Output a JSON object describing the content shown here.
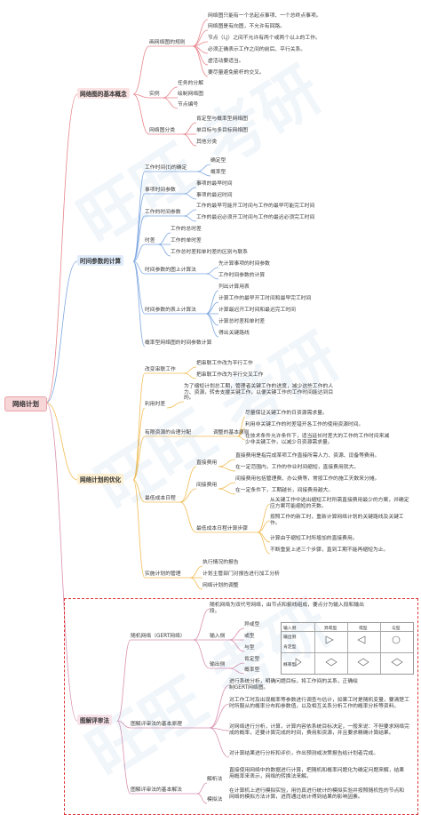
{
  "root": {
    "label": "网络计划"
  },
  "branches": {
    "b1": "网络图的基本概念",
    "b2": "时间参数的计算",
    "b3": "网络计划的优化",
    "b4": "图解评审法"
  },
  "b1": {
    "rules": "画网络图的规则",
    "rule_items": [
      "网络图只能有一个总起点事项、一个总终点事项。",
      "网络图是有向图，不允许有回路。",
      "节点（i,j）之间不允许有两个或两个以上的工作。",
      "必须正确表示工作之间的前后、平行关系。",
      "虚活动要适当。",
      "要尽量避免箭杆的交叉。"
    ],
    "example": "实例",
    "example_items": [
      "任务的分解",
      "绘制网络图",
      "节点编号"
    ],
    "class": "网络图分类",
    "class_items": [
      "肯定型与概率型网络图",
      "单目标与多目标网络图",
      "其他分类"
    ]
  },
  "b2": {
    "est": "工作时间(t)的确定",
    "est_items": [
      "确定型",
      "概率型"
    ],
    "event": "事项时间参数",
    "event_items": [
      "事项的最早时间",
      "事项的最迟时间"
    ],
    "work": "工作的时间参数",
    "work_items": [
      "工作的最早可能开工时间与工作的最早可能完工时间",
      "工作的最迟必须开工时间与工作的最迟必须完工时间"
    ],
    "slack": "时差",
    "slack_items": [
      "工作的总时差",
      "工作的单时差",
      "工作总时差和单时差的区别与联系"
    ],
    "graph": "时间参数的图上计算法",
    "graph_items": [
      "先计算事项的时间参数",
      "工作时间参数的计算"
    ],
    "table": "时间参数的表上计算法",
    "table_items": [
      "列出计算用表",
      "计算工作的最早开工时间和最早完工时间",
      "计算最迟开工时间和最迟完工时间",
      "计算总时差和单时差",
      "得出关键路线"
    ],
    "prob": "概率型网络图的时间参数计算"
  },
  "b3": {
    "serial": "改变串联工作",
    "serial_items": [
      "把串联工作改为平行工作",
      "把串联工作改为平行交叉工作"
    ],
    "float": "利用时差",
    "float_text": "为了缩短计划总工期，管理者关键工作的进度，减少这些工作的人力、资源，转去支援关键工作，以便关键工作的工作时间能达到目的。",
    "resource": "有限资源的合理分配",
    "res_rule": "调整的基本原则",
    "res_items": [
      "尽量保证关键工作的日资源需求量。",
      "利用非关键工作的时差错开各工作的使用资源时间。",
      "在技术条件允许条件下，适当延长时差大的工作的工作时间来减少非关键工作，以减少日资源需求量。"
    ],
    "cost": "最低成本日程",
    "direct": "直接费用",
    "direct_items": [
      "直接费用是指完成某项工作直接所需人力、资源、设备等费用。",
      "在一定范围内，工作的作业时间缩短，直接费用就大。"
    ],
    "indirect": "间接费用",
    "indirect_items": [
      "间接费用包括管理费、办公费等，常按工作的施工天数来分摊。",
      "在一定条件下，工期越长，间接费用越大。"
    ],
    "lowest": "最低成本日程计算步骤",
    "lowest_items": [
      "从关键工作中选出缩短工时所需直接费用最少的方案，并确定应方案可能缩短的天数。",
      "按照工作的新工时，重新计算网络计划的关键路线及关键工作。",
      "计算由于缩短工时所增加的直接费用。",
      "不断重复上述三个步骤，直到工期不能再缩短为止。"
    ],
    "manage": "实施计划的管理",
    "manage_items": [
      "执行情况的报告",
      "计划主管部门对报告进行加工分析",
      "网络计划的调整"
    ]
  },
  "b4": {
    "gert": "随机网络（GERT网络）",
    "gert_desc": "随机网络为双代号网络，由节点和箭线组成，要点分为输入段和输出段。",
    "input": "输入侧",
    "input_items": [
      "异或型",
      "或型",
      "与型"
    ],
    "output": "输出侧",
    "output_items": [
      "肯定型",
      "概率型"
    ],
    "basic": "图解评审法的基本原理",
    "basic_items": [
      "进行系统分析，明确问题目标，将工作间的关系，正确绘制GERT网络图。",
      "对工作工时及出现概率等参数进行调查与估计，如果工时是随机变量，要清楚工时所服从的概率分布和参数值，以及相互关系分析工作的概率分析等资料。",
      "对网络进行分析，计算，计算内容依系统目标决定，一般来说：不但要求网络完成的概率，还要计算完成的时间，费用和资源，并且要求精确计算结果。",
      "对计算结果进行分析和评价，作出预测或决策报告给计划者完成。"
    ],
    "method": "图解评审法的基本解法",
    "analytic": "解析法",
    "analytic_text": "直接使用网络中的数据进行计算，把随机和概率问题化为确定问题来解，结果用概率来表示，网络的转换法来解。",
    "sim": "模拟法",
    "sim_text": "在计算机上进行模拟实验，用仿真进行统计的模拟实验并按照随机性的节点和网络的模拟方法计算，进而通过统计得到结果的影响因素。",
    "table": {
      "headers": [
        "输入侧",
        "异或型",
        "或型",
        "与型"
      ],
      "rows": [
        "输出侧",
        "肯定型",
        "概率型"
      ]
    }
  },
  "watermark": "旺旺 考研"
}
